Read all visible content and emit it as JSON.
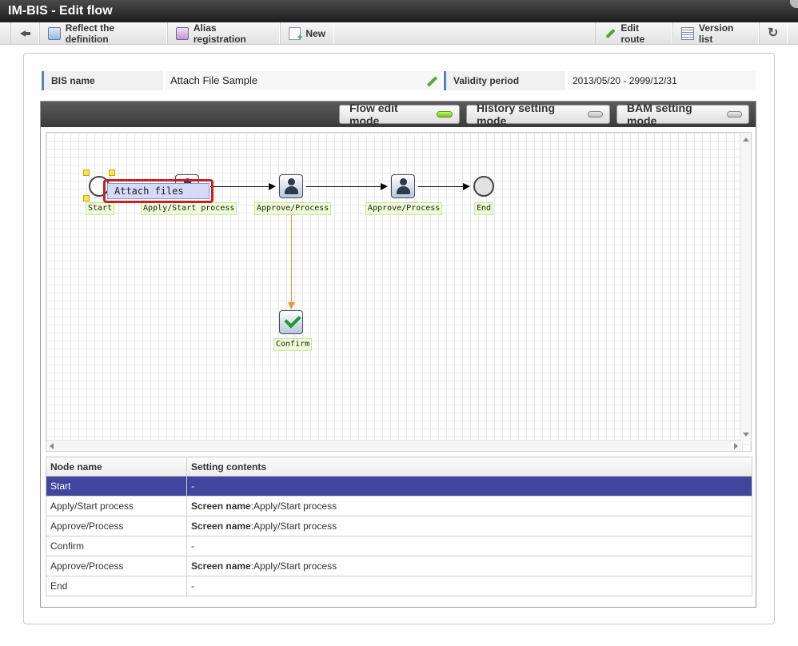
{
  "window": {
    "title": "IM-BIS - Edit flow"
  },
  "toolbar": {
    "reflect_label": "Reflect the definition",
    "alias_label": "Alias registration",
    "new_label": "New",
    "edit_route_label": "Edit route",
    "version_list_label": "Version list"
  },
  "info": {
    "bis_name_label": "BIS name",
    "bis_name_value": "Attach File Sample",
    "validity_label": "Validity period",
    "validity_value": "2013/05/20 - 2999/12/31"
  },
  "modes": {
    "flow_edit": "Flow edit mode",
    "history_setting": "History setting mode",
    "bam_setting": "BAM setting mode"
  },
  "flow": {
    "nodes": {
      "start": "Start",
      "apply": "Apply/Start process",
      "approve1": "Approve/Process",
      "approve2": "Approve/Process",
      "end": "End",
      "confirm": "Confirm"
    },
    "popup_label": "Attach files"
  },
  "table": {
    "headers": {
      "node": "Node name",
      "settings": "Setting contents"
    },
    "screen_name_key": "Screen name",
    "rows": [
      {
        "node": "Start",
        "value": "-"
      },
      {
        "node": "Apply/Start process",
        "value": ":Apply/Start process"
      },
      {
        "node": "Approve/Process",
        "value": ":Apply/Start process"
      },
      {
        "node": "Confirm",
        "value": "-"
      },
      {
        "node": "Approve/Process",
        "value": ":Apply/Start process"
      },
      {
        "node": "End",
        "value": "-"
      }
    ]
  },
  "colors": {
    "accent": "#5b7fc3",
    "selected_row": "#41469c",
    "lamp_on": "#6fc21b",
    "branch_edge": "#e8962e"
  }
}
